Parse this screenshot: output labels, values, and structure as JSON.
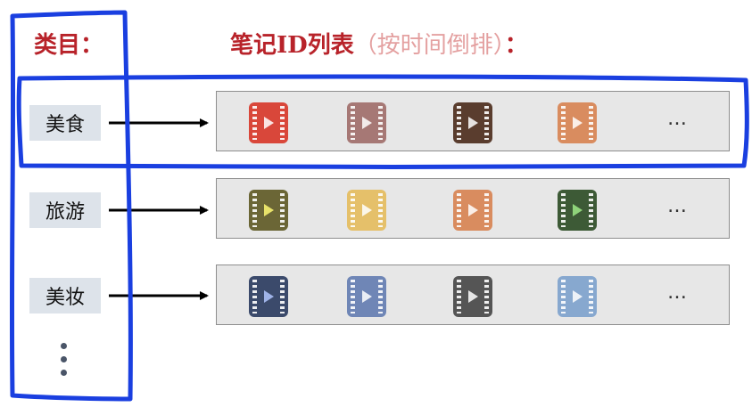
{
  "header": {
    "category_label": "类目：",
    "list_label": "笔记ID列表",
    "list_note": "（按时间倒排）",
    "list_colon": "："
  },
  "rows": [
    {
      "category": "美食",
      "highlighted": true,
      "videos": [
        "#d9473a",
        "#a67875",
        "#5a3d2e",
        "#d98c5f"
      ],
      "more": "…"
    },
    {
      "category": "旅游",
      "highlighted": false,
      "videos": [
        "#6b6636",
        "#e5c06a",
        "#d98c5f",
        "#3d5a36"
      ],
      "more": "…"
    },
    {
      "category": "美妆",
      "highlighted": false,
      "videos": [
        "#3b4a6b",
        "#6f86b6",
        "#555555",
        "#87a8cf"
      ],
      "more": "…"
    }
  ],
  "colors": {
    "header": "#b8232a",
    "header_note": "#e4a1a1",
    "highlight_border": "#1a3fe0",
    "category_bg": "#dde3ea",
    "row_bg": "#e7e7e7",
    "arrow": "#000000"
  }
}
